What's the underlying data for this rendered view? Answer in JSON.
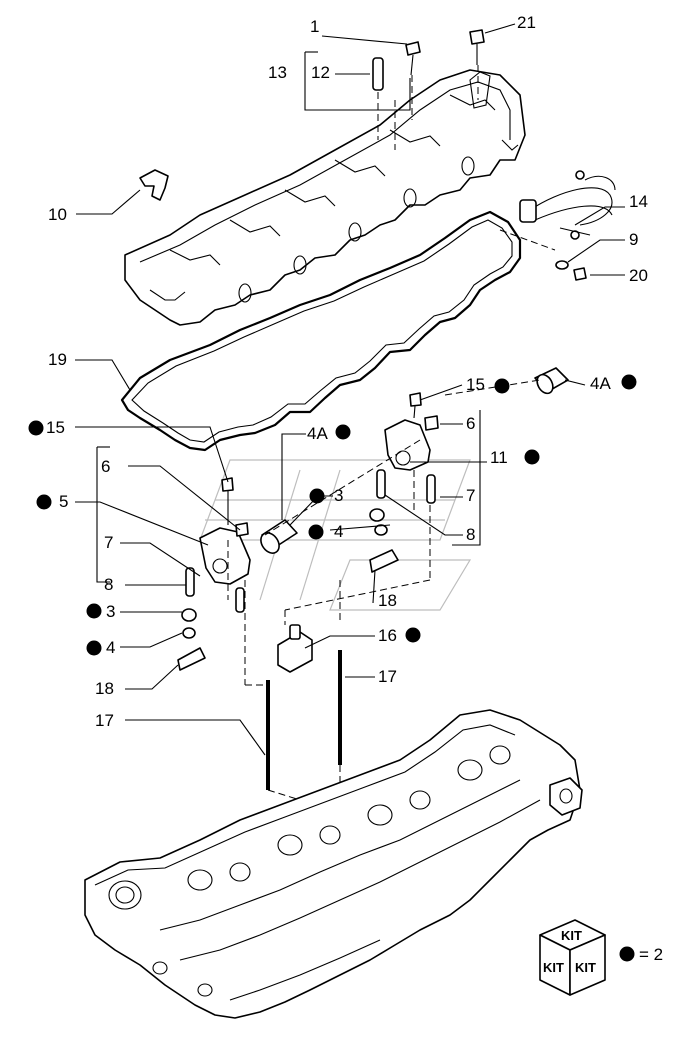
{
  "callouts": {
    "c1": "1",
    "c21": "21",
    "c13": "13",
    "c12": "12",
    "c10": "10",
    "c14": "14",
    "c9": "9",
    "c20": "20",
    "c19": "19",
    "c15a": "15",
    "c4a_a": "4A",
    "c15b": "15",
    "c6a": "6",
    "c4a_b": "4A",
    "c11": "11",
    "c6b": "6",
    "c3a": "3",
    "c7a": "7",
    "c5": "5",
    "c4a": "4",
    "c8a": "8",
    "c7b": "7",
    "c8b": "8",
    "c3b": "3",
    "c18a": "18",
    "c4b": "4",
    "c16": "16",
    "c18b": "18",
    "c17a": "17",
    "c17b": "17"
  },
  "kit": {
    "label": "KIT",
    "legend": "= 2"
  },
  "colors": {
    "ink": "#000000",
    "paper": "#ffffff",
    "watermark": "#bdbdbd"
  }
}
